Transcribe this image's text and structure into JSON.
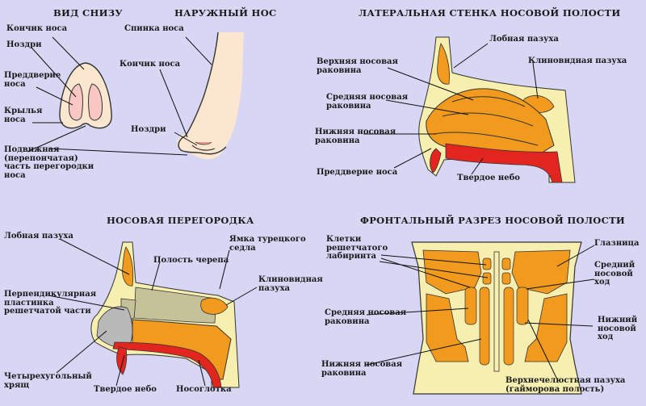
{
  "titles": {
    "bottom_view": "ВИД СНИЗУ",
    "external_nose": "НАРУЖНЫЙ НОС",
    "lateral_wall": "ЛАТЕРАЛЬНАЯ СТЕНКА НОСОВОЙ ПОЛОСТИ",
    "septum": "НОСОВАЯ ПЕРЕГОРОДКА",
    "frontal_section": "ФРОНТАЛЬНЫЙ РАЗРЕЗ НОСОВОЙ ПОЛОСТИ"
  },
  "bottom_view": {
    "tip": "Кончик носа",
    "nostrils": "Ноздри",
    "vestibule": "Преддверие\nноса",
    "wings": "Крылья\nноса",
    "mobile_septum": "Подвижная\n(перепончатая)\nчасть перегородки\nноса"
  },
  "external_nose": {
    "bridge": "Спинка носа",
    "tip": "Кончик носа",
    "nostrils": "Ноздри"
  },
  "lateral_wall": {
    "frontal_sinus": "Лобная пазуха",
    "sphenoid_sinus": "Клиновидная пазуха",
    "superior_concha": "Верхняя носовая\nраковина",
    "middle_concha": "Средняя носовая\nраковина",
    "inferior_concha": "Нижняя носовая\nраковина",
    "vestibule": "Преддверие носа",
    "hard_palate": "Твердое небо"
  },
  "septum": {
    "frontal_sinus": "Лобная пазуха",
    "cranial_cavity": "Полость черепа",
    "sella": "Ямка турецкого\nседла",
    "sphenoid_sinus": "Клиновидная\nпазуха",
    "perpendicular_plate": "Перпендикулярная\nпластинка\nрешетчатой части",
    "quadrangular_cartilage": "Четырехугольный\nхрящ",
    "hard_palate": "Твердое небо",
    "nasopharynx": "Носоглотка"
  },
  "frontal_section": {
    "ethmoid_cells": "Клетки\nрешетчатого\nлабиринта",
    "orbit": "Глазница",
    "middle_meatus": "Средний\nносовой\nход",
    "middle_concha": "Средняя носовая\nраковина",
    "inferior_meatus": "Нижний\nносовой\nход",
    "inferior_concha": "Нижняя носовая\nраковина",
    "maxillary_sinus": "Верхнечелюстная пазуха\n(гайморова полость)"
  },
  "colors": {
    "background": "#d7d6f4",
    "skin": "#fbe7d0",
    "bone": "#f6efb0",
    "orange": "#f29a1e",
    "red": "#e2261f",
    "grey": "#b9b9b9",
    "sage": "#c5c29a"
  }
}
